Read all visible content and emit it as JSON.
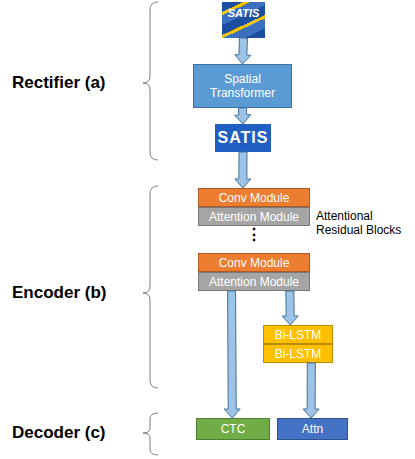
{
  "diagram": {
    "nodes": [
      {
        "text": [
          "SATIS"
        ]
      },
      {
        "text": [
          "Spatial Transformer"
        ]
      },
      {
        "text": [
          "SATIS"
        ]
      },
      {
        "text": [
          "Conv Module"
        ]
      },
      {
        "text": [
          "Attention Module"
        ]
      },
      {
        "text": [
          "Conv Module"
        ]
      },
      {
        "text": [
          "Attention Module"
        ]
      },
      {
        "text": [
          "Bi-LSTM"
        ]
      },
      {
        "text": [
          "Bi-LSTM"
        ]
      },
      {
        "text": [
          "CTC"
        ]
      },
      {
        "text": [
          "Attn"
        ]
      }
    ],
    "edges": [
      {
        "from": 0,
        "to": 1,
        "arrow": "to"
      },
      {
        "from": 1,
        "to": 2,
        "arrow": "to"
      },
      {
        "from": 2,
        "to": 3,
        "arrow": "to"
      },
      {
        "from": 6,
        "to": 9,
        "arrow": "to"
      },
      {
        "from": 6,
        "to": 7,
        "arrow": "to"
      },
      {
        "from": 8,
        "to": 10,
        "arrow": "to"
      }
    ],
    "labels": [
      "Rectifier (a)",
      "Encoder (b)",
      "Decoder (c)",
      "Attentional Residual Blocks",
      "⋮"
    ]
  }
}
